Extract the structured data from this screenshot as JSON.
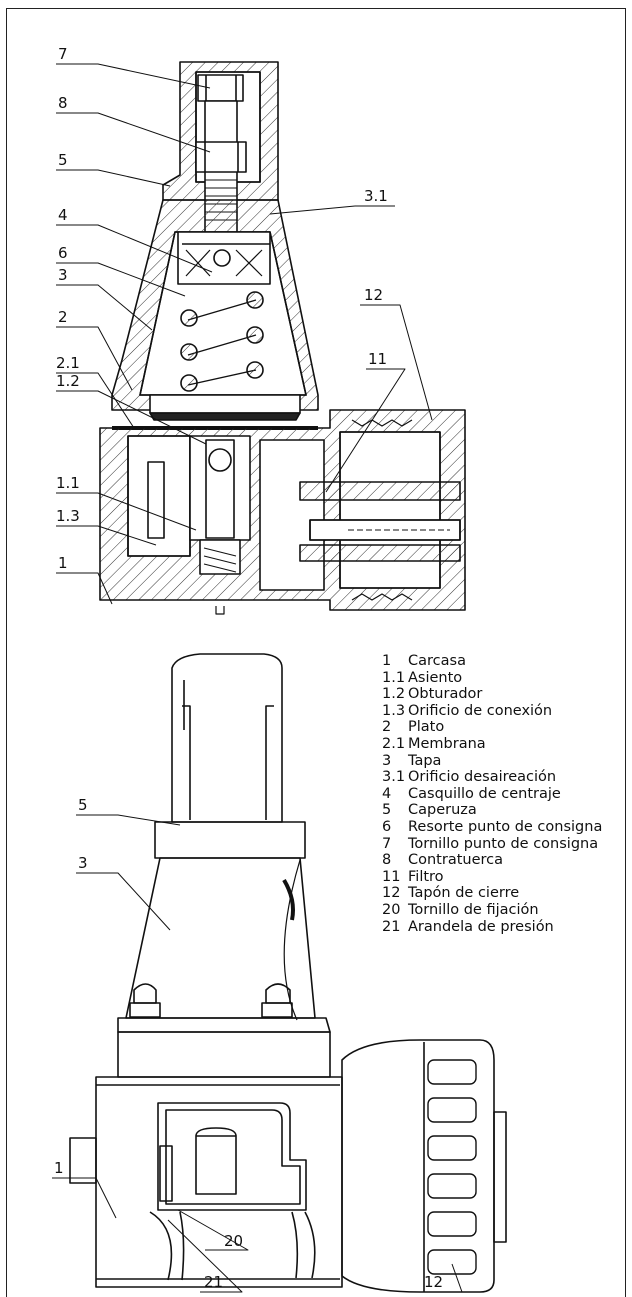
{
  "callouts_top": [
    {
      "id": "7",
      "label": "7"
    },
    {
      "id": "8",
      "label": "8"
    },
    {
      "id": "5a",
      "label": "5"
    },
    {
      "id": "3-1",
      "label": "3.1"
    },
    {
      "id": "4",
      "label": "4"
    },
    {
      "id": "6",
      "label": "6"
    },
    {
      "id": "3a",
      "label": "3"
    },
    {
      "id": "12a",
      "label": "12"
    },
    {
      "id": "2",
      "label": "2"
    },
    {
      "id": "11",
      "label": "11"
    },
    {
      "id": "2-1",
      "label": "2.1"
    },
    {
      "id": "1-2",
      "label": "1.2"
    },
    {
      "id": "1-1",
      "label": "1.1"
    },
    {
      "id": "1-3",
      "label": "1.3"
    },
    {
      "id": "1a",
      "label": "1"
    }
  ],
  "callouts_bottom": [
    {
      "id": "5b",
      "label": "5"
    },
    {
      "id": "3b",
      "label": "3"
    },
    {
      "id": "1b",
      "label": "1"
    },
    {
      "id": "20",
      "label": "20"
    },
    {
      "id": "21",
      "label": "21"
    },
    {
      "id": "12b",
      "label": "12"
    }
  ],
  "legend": [
    {
      "num": "1",
      "text": "Carcasa"
    },
    {
      "num": "1.1",
      "text": "Asiento"
    },
    {
      "num": "1.2",
      "text": "Obturador"
    },
    {
      "num": "1.3",
      "text": "Orificio de conexión"
    },
    {
      "num": "2",
      "text": "Plato"
    },
    {
      "num": "2.1",
      "text": "Membrana"
    },
    {
      "num": "3",
      "text": "Tapa"
    },
    {
      "num": "3.1",
      "text": "Orificio desaireación"
    },
    {
      "num": "4",
      "text": "Casquillo de centraje"
    },
    {
      "num": "5",
      "text": "Caperuza"
    },
    {
      "num": "6",
      "text": "Resorte punto de consigna"
    },
    {
      "num": "7",
      "text": "Tornillo punto de consigna"
    },
    {
      "num": "8",
      "text": "Contratuerca"
    },
    {
      "num": "11",
      "text": "Filtro"
    },
    {
      "num": "12",
      "text": "Tapón de cierre"
    },
    {
      "num": "20",
      "text": "Tornillo de fijación"
    },
    {
      "num": "21",
      "text": "Arandela de presión"
    }
  ]
}
